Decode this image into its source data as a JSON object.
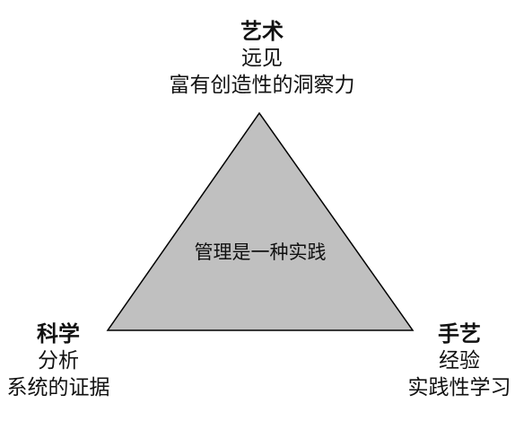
{
  "diagram": {
    "center": "管理是一种实践",
    "top": {
      "title": "艺术",
      "line1": "远见",
      "line2": "富有创造性的洞察力"
    },
    "left": {
      "title": "科学",
      "line1": "分析",
      "line2": "系统的证据"
    },
    "right": {
      "title": "手艺",
      "line1": "经验",
      "line2": "实践性学习"
    },
    "colors": {
      "triangle_fill": "#c0c0c0",
      "triangle_stroke": "#000000"
    }
  }
}
